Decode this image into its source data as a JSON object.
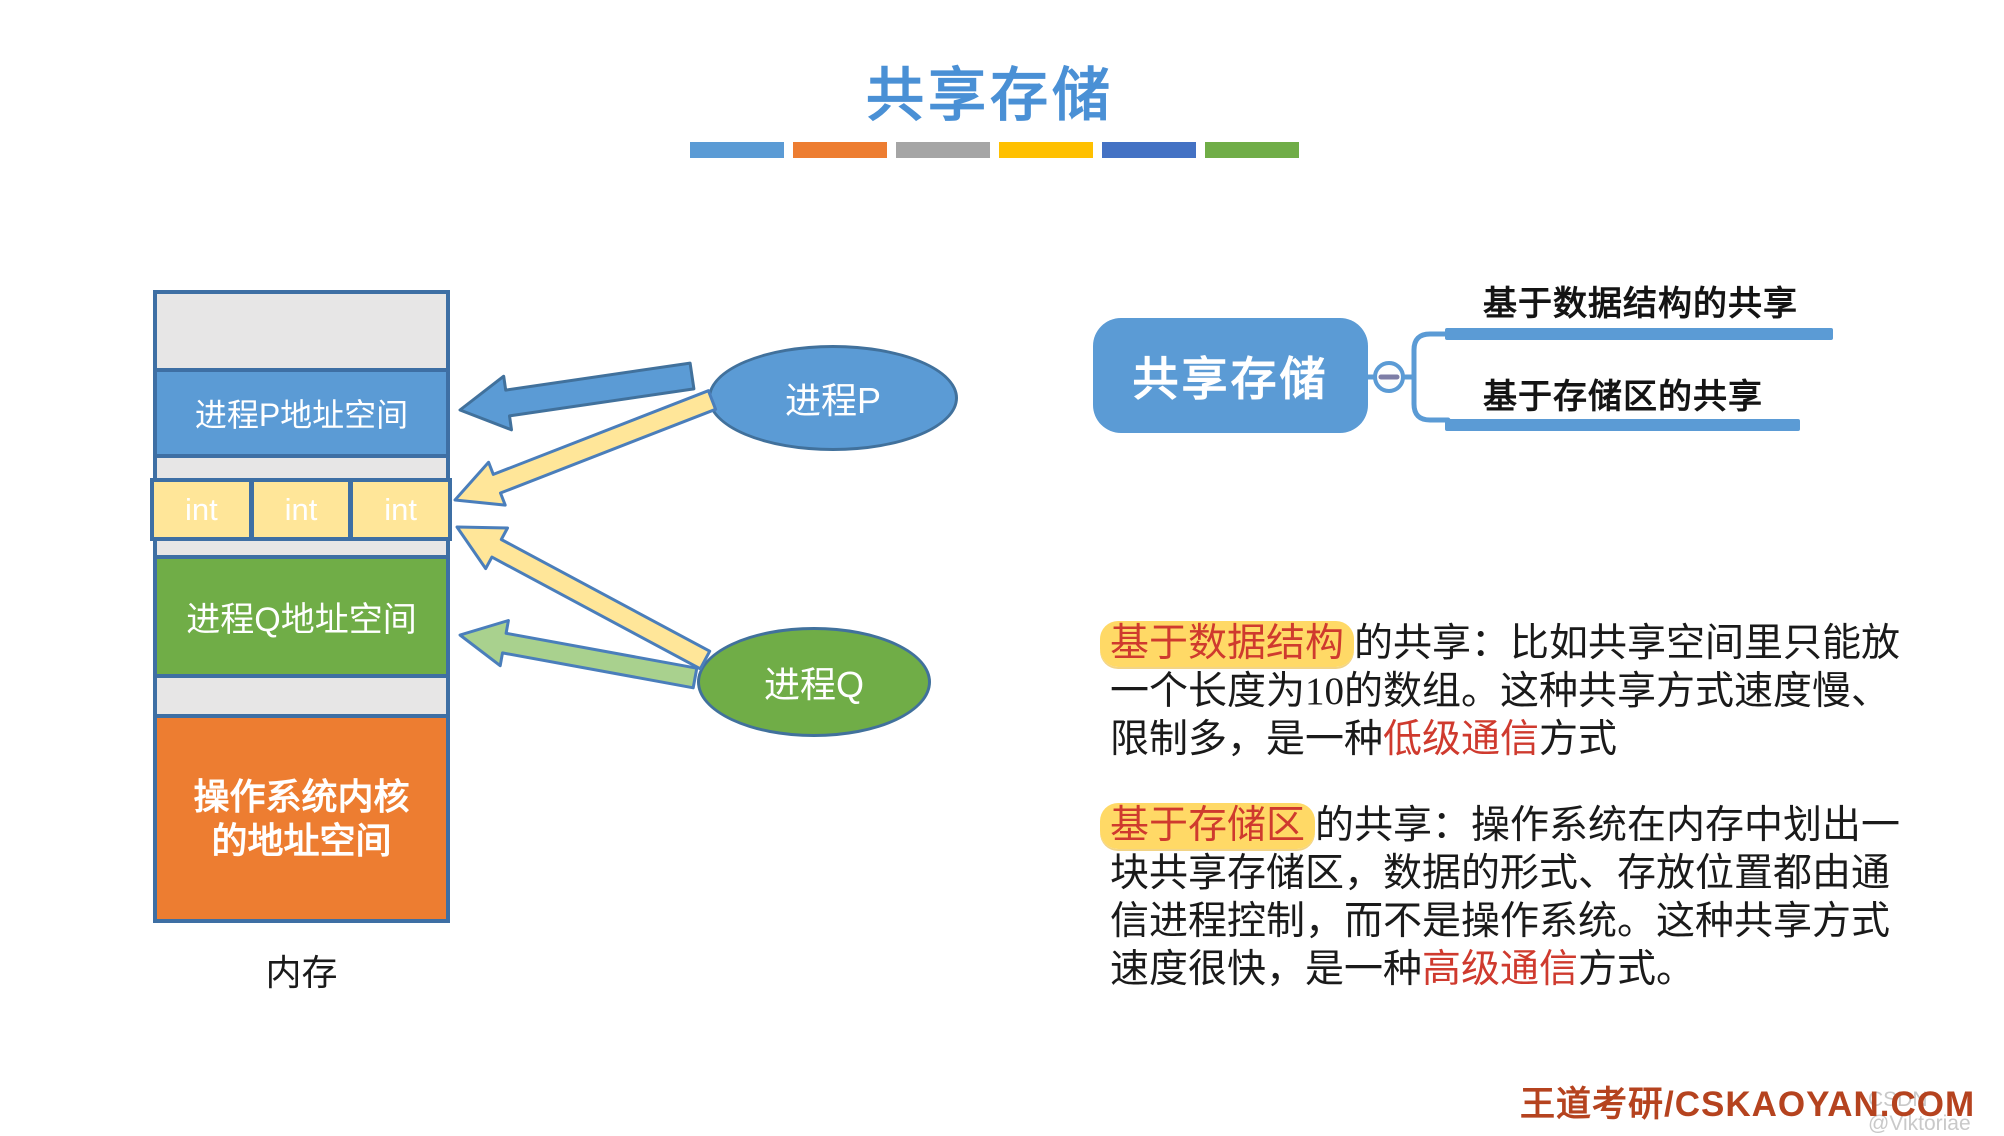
{
  "title": "共享存储",
  "accent_bar_colors": [
    "#5B9BD5",
    "#ED7D31",
    "#A5A5A5",
    "#FFC000",
    "#4472C4",
    "#70AD47"
  ],
  "memory_diagram": {
    "process_p_label": "进程P地址空间",
    "int_cells": [
      "int",
      "int",
      "int"
    ],
    "process_q_label": "进程Q地址空间",
    "kernel_label_line1": "操作系统内核",
    "kernel_label_line2": "的地址空间",
    "caption": "内存",
    "ellipse_p_label": "进程P",
    "ellipse_q_label": "进程Q",
    "colors": {
      "border": "#3e6fa4",
      "gray": "#e7e6e6",
      "blue": "#5b9bd5",
      "yellow": "#ffe699",
      "green": "#70ad47",
      "orange": "#ed7d31",
      "arrow_blue": "#5b9bd5",
      "arrow_yellow": "#ffe699",
      "arrow_green": "#a9d18e"
    }
  },
  "mindmap": {
    "root": "共享存储",
    "collapse_symbol": "−",
    "branches": [
      "基于数据结构的共享",
      "基于存储区的共享"
    ],
    "line_color": "#5b9bd5"
  },
  "paragraphs": [
    {
      "lines": [
        {
          "highlight": "基于数据结构",
          "rest": "的共享：比如共享空间里只能放"
        },
        {
          "text": "一个长度为10的数组。这种共享方式速度慢、"
        },
        {
          "pre": "限制多，是一种",
          "red": "低级通信",
          "post": "方式"
        }
      ]
    },
    {
      "lines": [
        {
          "highlight": "基于存储区",
          "rest": "的共享：操作系统在内存中划出一"
        },
        {
          "text": "块共享存储区，数据的形式、存放位置都由通"
        },
        {
          "text": "信进程控制，而不是操作系统。这种共享方式"
        },
        {
          "pre": "速度很快，是一种",
          "red": "高级通信",
          "post": "方式。"
        }
      ]
    }
  ],
  "footer": {
    "brand": "王道考研/CSKAOYAN.COM",
    "brand_color": "#b5431f",
    "watermark": "CSDN @Viktoriae"
  }
}
